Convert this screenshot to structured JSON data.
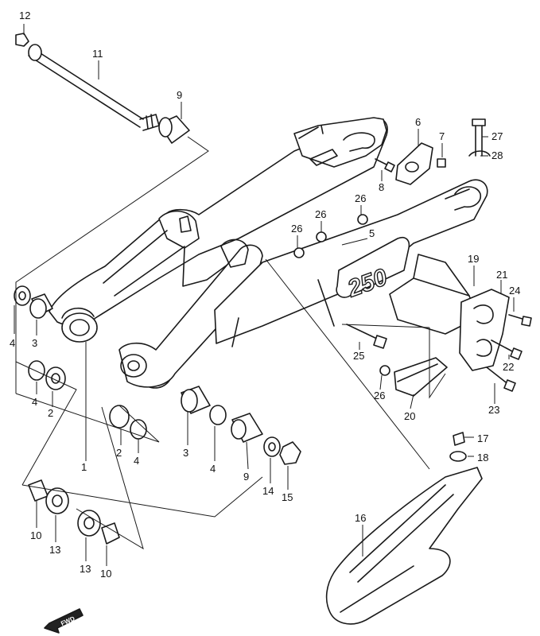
{
  "diagram": {
    "emblem_text": "250",
    "forward_label": "FWD",
    "callouts": [
      {
        "id": "c12a",
        "label": "12"
      },
      {
        "id": "c11",
        "label": "11"
      },
      {
        "id": "c9a",
        "label": "9"
      },
      {
        "id": "c6",
        "label": "6"
      },
      {
        "id": "c7",
        "label": "7"
      },
      {
        "id": "c27",
        "label": "27"
      },
      {
        "id": "c28",
        "label": "28"
      },
      {
        "id": "c8",
        "label": "8"
      },
      {
        "id": "c26a",
        "label": "26"
      },
      {
        "id": "c26b",
        "label": "26"
      },
      {
        "id": "c26c",
        "label": "26"
      },
      {
        "id": "c5",
        "label": "5"
      },
      {
        "id": "c19",
        "label": "19"
      },
      {
        "id": "c21",
        "label": "21"
      },
      {
        "id": "c24",
        "label": "24"
      },
      {
        "id": "c22",
        "label": "22"
      },
      {
        "id": "c25",
        "label": "25"
      },
      {
        "id": "c26d",
        "label": "26"
      },
      {
        "id": "c23",
        "label": "23"
      },
      {
        "id": "c20",
        "label": "20"
      },
      {
        "id": "c4a",
        "label": "4"
      },
      {
        "id": "c3a",
        "label": "3"
      },
      {
        "id": "c4b",
        "label": "4"
      },
      {
        "id": "c2a",
        "label": "2"
      },
      {
        "id": "c1",
        "label": "1"
      },
      {
        "id": "c2b",
        "label": "2"
      },
      {
        "id": "c4c",
        "label": "4"
      },
      {
        "id": "c3b",
        "label": "3"
      },
      {
        "id": "c4d",
        "label": "4"
      },
      {
        "id": "c9b",
        "label": "9"
      },
      {
        "id": "c14",
        "label": "14"
      },
      {
        "id": "c15",
        "label": "15"
      },
      {
        "id": "c17",
        "label": "17"
      },
      {
        "id": "c18",
        "label": "18"
      },
      {
        "id": "c16",
        "label": "16"
      },
      {
        "id": "c10a",
        "label": "10"
      },
      {
        "id": "c13a",
        "label": "13"
      },
      {
        "id": "c13b",
        "label": "13"
      },
      {
        "id": "c10b",
        "label": "10"
      }
    ]
  }
}
